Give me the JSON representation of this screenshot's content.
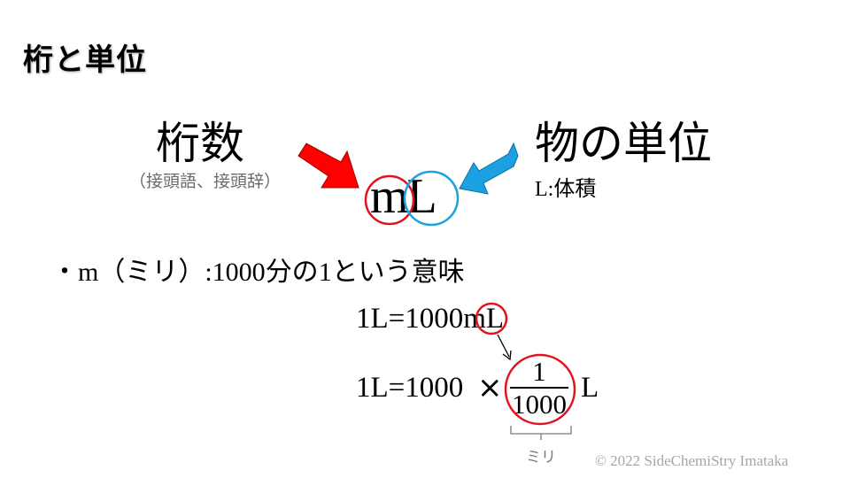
{
  "slide": {
    "title": "桁と単位",
    "left": {
      "heading": "桁数",
      "subheading": "（接頭語、接頭辞）"
    },
    "right": {
      "heading": "物の単位",
      "sub_latin": "L",
      "sub_sep": ":",
      "sub_text": "体積"
    },
    "unit_example": "mL",
    "bullet": {
      "marker": "・",
      "latin_m": "m",
      "paren_text": "（ミリ）",
      "latin_rest": ":1000",
      "text_rest": "分の",
      "latin_one": "1",
      "text_end": "という意味"
    },
    "equation1": "1L=1000mL",
    "equation2": {
      "left": "1L=1000",
      "operator": "×",
      "numerator": "1",
      "denominator": "1000",
      "unit": "L"
    },
    "brace_label": "ミリ",
    "copyright": "© 2022 SideChemiStry  Imataka"
  },
  "colors": {
    "red": "#e0141e",
    "red_arrow": "#ff0000",
    "blue": "#1aa3e0",
    "blue_arrow": "#1ba1e2",
    "gray_text": "#6b6b6b",
    "copyright_gray": "#a6a6a6"
  }
}
